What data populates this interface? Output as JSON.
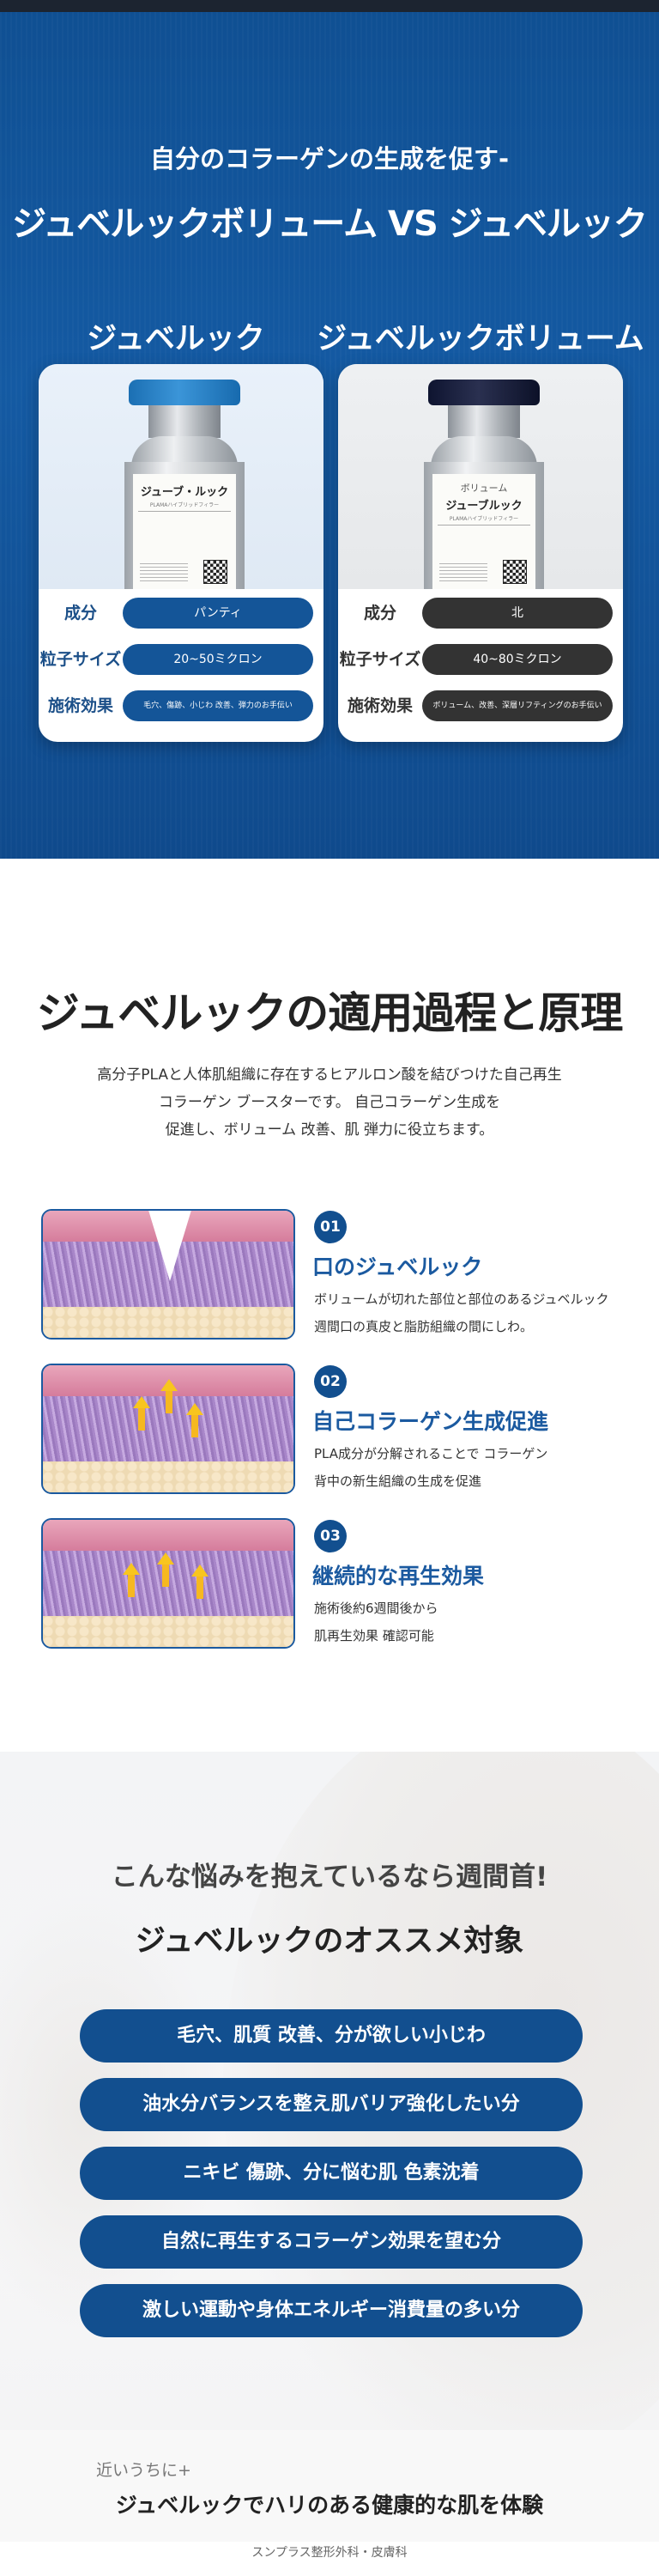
{
  "section1": {
    "subtitle": "自分のコラーゲンの生成を促す-",
    "title": "ジュベルックボリューム VS ジュベルック",
    "left": {
      "heading": "ジュベルック",
      "vial": {
        "line1": "",
        "name": "ジューブ・ルック",
        "sub": "PLAMAハイブリッドフィラー"
      },
      "specs": [
        {
          "label": "成分",
          "value": "パンティ"
        },
        {
          "label": "粒子サイズ",
          "value": "20~50ミクロン"
        },
        {
          "label": "施術効果",
          "value": "毛穴、傷跡、小じわ 改善、弾力のお手伝い"
        }
      ]
    },
    "right": {
      "heading": "ジュベルックボリューム",
      "vial": {
        "line1": "ボリューム",
        "name": "ジューブルック",
        "sub": "PLAMAハイブリッドフィラー"
      },
      "specs": [
        {
          "label": "成分",
          "value": "北"
        },
        {
          "label": "粒子サイズ",
          "value": "40~80ミクロン"
        },
        {
          "label": "施術効果",
          "value": "ボリューム、改善、深層リフティングのお手伝い"
        }
      ]
    }
  },
  "section2": {
    "title": "ジュベルックの適用過程と原理",
    "desc": [
      "高分子PLAと人体肌組織に存在するヒアルロン酸を結びつけた自己再生",
      "コラーゲン ブースターです。 自己コラーゲン生成を",
      "促進し、ボリューム 改善、肌 弾力に役立ちます。"
    ],
    "steps": [
      {
        "num": "01",
        "title": "口のジュベルック",
        "lines": [
          "ボリュームが切れた部位と部位のあるジュベルック",
          "週間口の真皮と脂肪組織の間にしわ。"
        ]
      },
      {
        "num": "02",
        "title": "自己コラーゲン生成促進",
        "lines": [
          "PLA成分が分解されることで コラーゲン",
          "背中の新生組織の生成を促進"
        ]
      },
      {
        "num": "03",
        "title": "継続的な再生効果",
        "lines": [
          "施術後約6週間後から",
          "肌再生効果 確認可能"
        ]
      }
    ]
  },
  "section3": {
    "heading1": "こんな悩みを抱えているなら週間首!",
    "heading2": "ジュベルックのオススメ対象",
    "items": [
      "毛穴、肌質 改善、分が欲しい小じわ",
      "油水分バランスを整え肌バリア強化したい分",
      "ニキビ 傷跡、分に悩む肌 色素沈着",
      "自然に再生するコラーゲン効果を望む分",
      "激しい運動や身体エネルギー消費量の多い分"
    ],
    "footer_small": "近いうちに+",
    "footer_large": "ジュベルックでハリのある健康的な肌を体験"
  },
  "copyright": "スンプラス整形外科・皮膚科",
  "colors": {
    "primary": "#124f8f",
    "dark_pill": "#333333",
    "accent_arrow": "#f6b820"
  }
}
